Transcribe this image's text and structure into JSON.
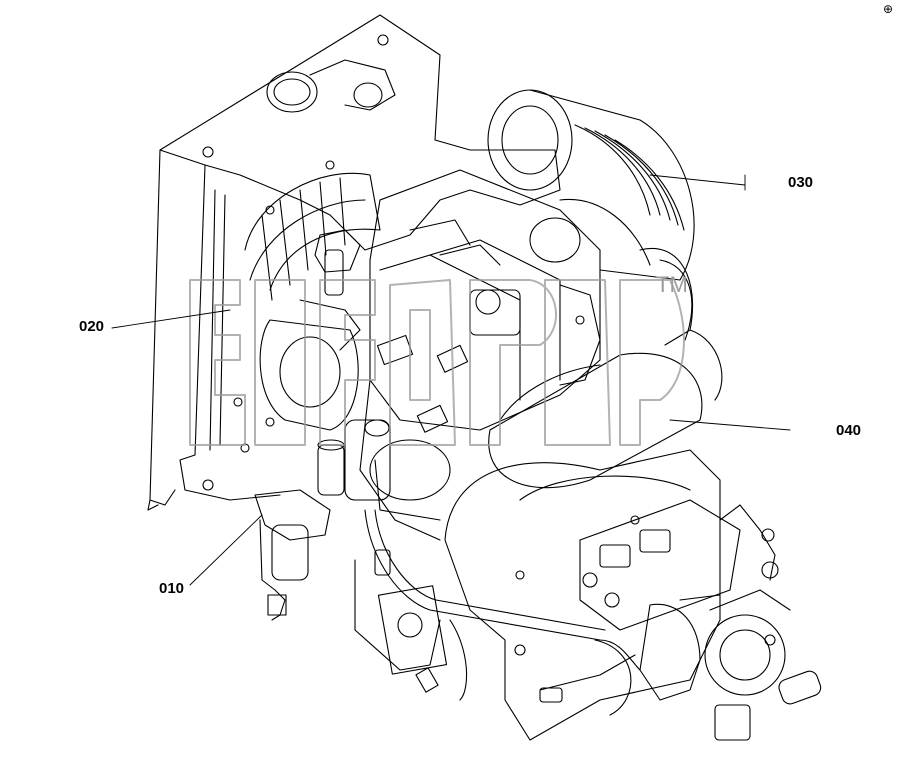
{
  "diagram": {
    "labels": [
      {
        "id": "label-010",
        "text": "010"
      },
      {
        "id": "label-020",
        "text": "020"
      },
      {
        "id": "label-030",
        "text": "030"
      },
      {
        "id": "label-040",
        "text": "040"
      }
    ],
    "watermark": {
      "text": "elfap",
      "tm": "TM",
      "color": "#9a9a9a"
    },
    "corner_mark": "⊕"
  }
}
